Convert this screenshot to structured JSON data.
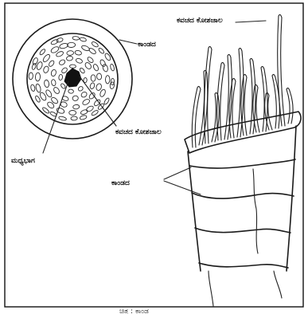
{
  "labels": {
    "cross_section_outer_tissue": "ಕಾಂಡದ",
    "cross_section_inner_tissue": "ಕವಚದ ಕೋಶಜಾಲ",
    "cross_section_center": "ಮಧ್ಯಭಾಗ",
    "side_view_top_tissue": "ಕವಚದ ಕೋಶಜಾಲ",
    "side_view_stem": "ಕಾಂಡದ"
  },
  "caption": "ಚಿತ್ರ : ಕಾಂಡ"
}
